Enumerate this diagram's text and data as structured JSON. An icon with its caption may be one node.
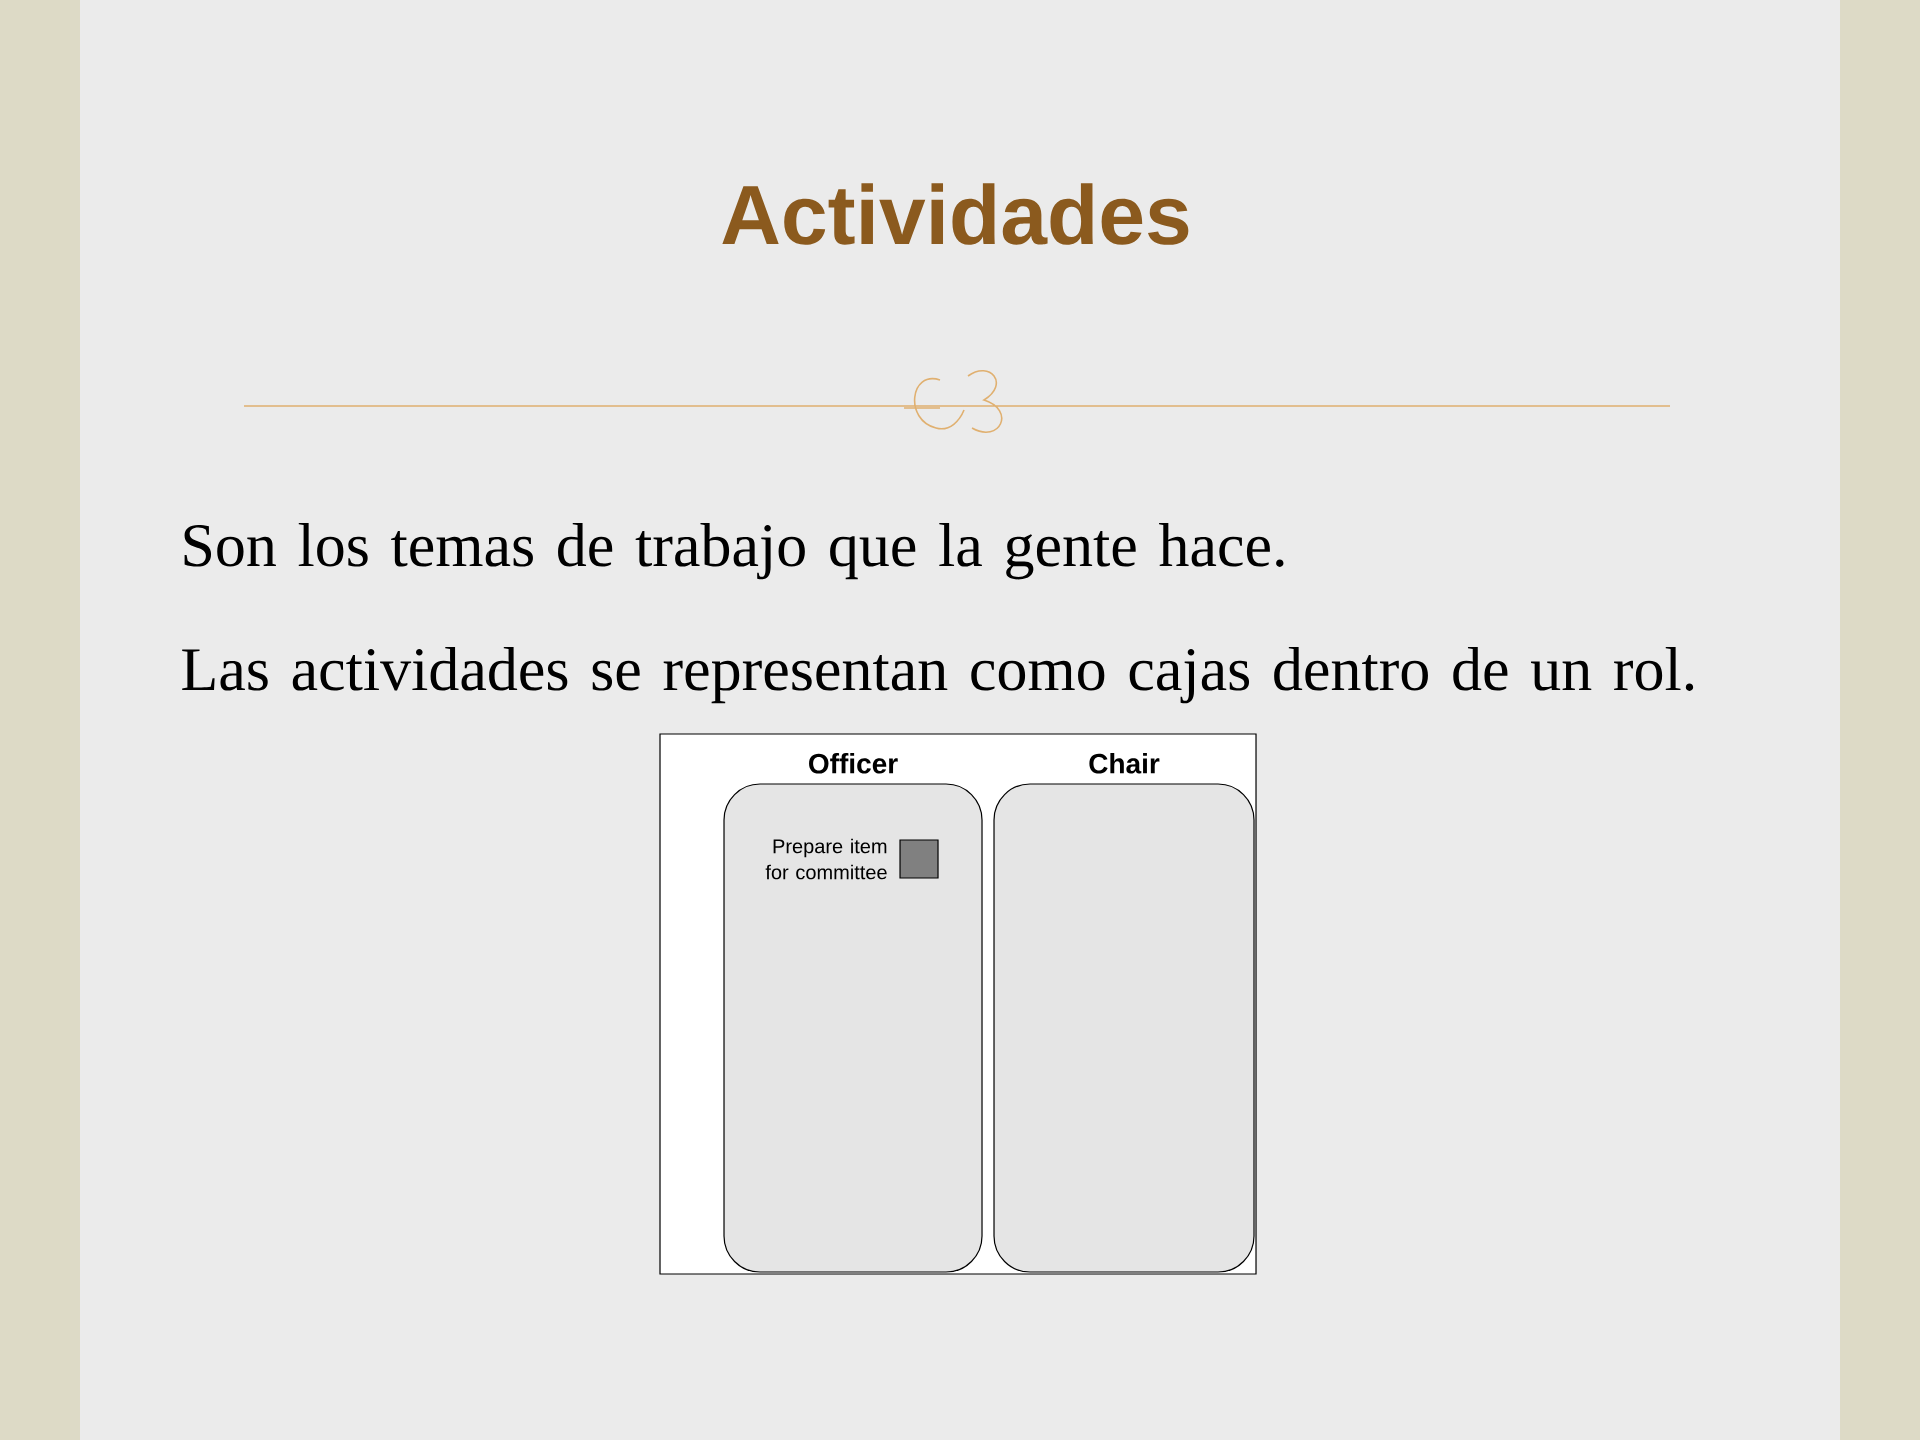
{
  "diagram": {
    "title": "Actividades",
    "nodes": [
      {
        "text": [],
        "shape": "box"
      },
      {
        "text": [
          "Officer"
        ],
        "in": 0
      },
      {
        "text": [],
        "shape": "box",
        "in": 1,
        "beside": [
          "Prepare item for committee"
        ]
      },
      {
        "text": [
          "Chair"
        ],
        "in": 0
      }
    ],
    "labels": [
      "Son los temas de trabajo que la gente hace.",
      "Las actividades se representan como cajas dentro de un rol."
    ]
  }
}
